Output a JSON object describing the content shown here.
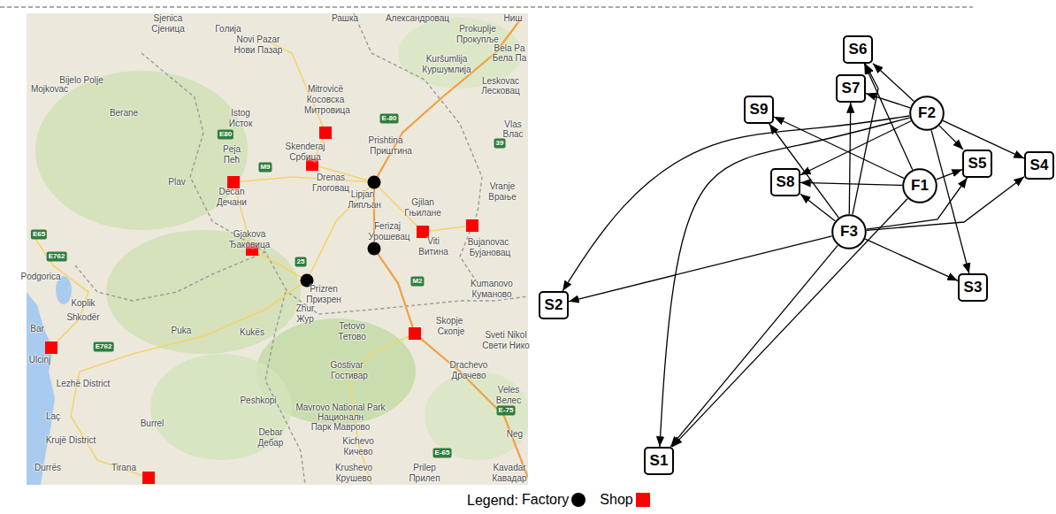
{
  "diagram": {
    "nodes": [
      {
        "text": [
          "S6"
        ]
      },
      {
        "text": [
          "S7"
        ]
      },
      {
        "text": [
          "S9"
        ]
      },
      {
        "text": [
          "F2"
        ]
      },
      {
        "text": [
          "S5"
        ]
      },
      {
        "text": [
          "S4"
        ]
      },
      {
        "text": [
          "S8"
        ]
      },
      {
        "text": [
          "F1"
        ]
      },
      {
        "text": [
          "F3"
        ]
      },
      {
        "text": [
          "S3"
        ]
      },
      {
        "text": [
          "S2"
        ]
      },
      {
        "text": [
          "S1"
        ]
      }
    ],
    "edges": [
      {
        "from": 7,
        "to": 0,
        "arrow": "to"
      },
      {
        "from": 7,
        "to": 2,
        "arrow": "to"
      },
      {
        "from": 7,
        "to": 6,
        "arrow": "to"
      },
      {
        "from": 7,
        "to": 4,
        "arrow": "to"
      },
      {
        "from": 7,
        "to": 11,
        "arrow": "to"
      },
      {
        "from": 3,
        "to": 0,
        "arrow": "to"
      },
      {
        "from": 3,
        "to": 1,
        "arrow": "to"
      },
      {
        "from": 3,
        "to": 6,
        "arrow": "to"
      },
      {
        "from": 3,
        "to": 4,
        "arrow": "to"
      },
      {
        "from": 3,
        "to": 5,
        "arrow": "to"
      },
      {
        "from": 3,
        "to": 9,
        "arrow": "to"
      },
      {
        "from": 3,
        "to": 10,
        "arrow": "to"
      },
      {
        "from": 3,
        "to": 11,
        "arrow": "to"
      },
      {
        "from": 8,
        "to": 0,
        "arrow": "to"
      },
      {
        "from": 8,
        "to": 1,
        "arrow": "to"
      },
      {
        "from": 8,
        "to": 2,
        "arrow": "to"
      },
      {
        "from": 8,
        "to": 6,
        "arrow": "to"
      },
      {
        "from": 8,
        "to": 4,
        "arrow": "to"
      },
      {
        "from": 8,
        "to": 5,
        "arrow": "to"
      },
      {
        "from": 8,
        "to": 9,
        "arrow": "to"
      },
      {
        "from": 8,
        "to": 10,
        "arrow": "to"
      },
      {
        "from": 8,
        "to": 11,
        "arrow": "to"
      }
    ],
    "labels": [
      "Legend:",
      "Sjenica",
      "Сјеница",
      "Голија",
      "Рашка",
      "Александровац",
      "Ниш",
      "Prokuplje",
      "Прокупље",
      "Novi Pazar",
      "Нови Пазар",
      "Kuršumlija",
      "Куршумлија",
      "Bela Pa",
      "Бела Па",
      "Bijelo Polje",
      "Mojkovac",
      "Mitrovicë",
      "Косовска",
      "Митровица",
      "Leskovac",
      "Лесковац",
      "Berane",
      "Istog",
      "Исток",
      "Skenderaj",
      "Србица",
      "Prishtina",
      "Приштина",
      "E-80",
      "Vlas",
      "Влас",
      "39",
      "Peja",
      "Пећ",
      "E80",
      "M9",
      "Drenas",
      "Глоговац",
      "Lipjan",
      "Липљан",
      "Plav",
      "Decan",
      "Дечани",
      "Gjilan",
      "Гњилане",
      "Vranje",
      "Врање",
      "Ferizaj",
      "Урошевац",
      "Gjakova",
      "Ђаковица",
      "Bujanovac",
      "Бујановац",
      "Viti",
      "Витина",
      "E65",
      "E762",
      "25",
      "Podgorica",
      "M2",
      "Kumanovo",
      "Куманово",
      "Prizren",
      "Призрен",
      "Koplik",
      "Zhur",
      "Жур",
      "Shkodër",
      "Bar",
      "Puka",
      "Kukës",
      "Tetovo",
      "Тетово",
      "Skopje",
      "Скопје",
      "Sveti Nikol",
      "Свети Нико",
      "Ulcinj",
      "E762",
      "Gostivar",
      "Гостивар",
      "Drachevo",
      "Драчево",
      "Lezhë District",
      "Veles",
      "Велес",
      "Peshkopi",
      "Mavrovo National Park",
      "Националн",
      "Парк Маврово",
      "E-75",
      "Laç",
      "Burrel",
      "Debar",
      "Дебар",
      "Neg",
      "Krujë District",
      "Kichevo",
      "Кичево",
      "E-65",
      "Durrës",
      "Tirana",
      "Krushevo",
      "Крушево",
      "Prilep",
      "Прилеп",
      "Kavadar",
      "Кавадар"
    ],
    "legend": [
      {
        "text": "Factory",
        "color": "#000000"
      },
      {
        "text": "Shop",
        "color": "#ff0000"
      }
    ]
  }
}
